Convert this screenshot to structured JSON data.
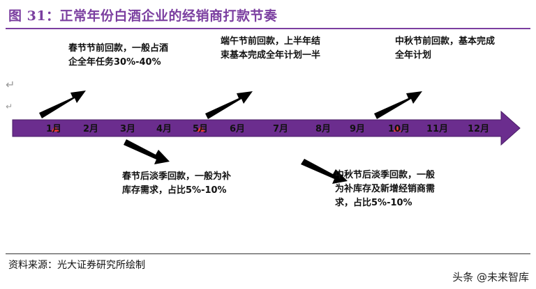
{
  "title": "图 31：正常年份白酒企业的经销商打款节奏",
  "months": [
    "1月",
    "2月",
    "3月",
    "4月",
    "5月",
    "6月",
    "7月",
    "8月",
    "9月",
    "10月",
    "11月",
    "12月"
  ],
  "notes": {
    "spring_before": [
      "春节节前回款，一般占酒",
      "企全年任务30%-40%"
    ],
    "dragon_before": [
      "端午节前回款，上半年结",
      "束基本完成全年计划一半"
    ],
    "midautumn_before": [
      "中秋节前回款，基本完成",
      "全年计划"
    ],
    "spring_after": [
      "春节后淡季回款，一般为补",
      "库存需求，占比5%-10%"
    ],
    "midautumn_after": [
      "中秋节后淡季回款，一般",
      "为补库存及新增经销商需",
      "求，占比5%-10%"
    ]
  },
  "source": "资料来源：光大证券研究所绘制",
  "watermark": "头条 @未来智库",
  "colors": {
    "bar": "#6b2d8e",
    "title": "#7b3fa0",
    "arrow": "#000000",
    "marker": "#e53935"
  }
}
